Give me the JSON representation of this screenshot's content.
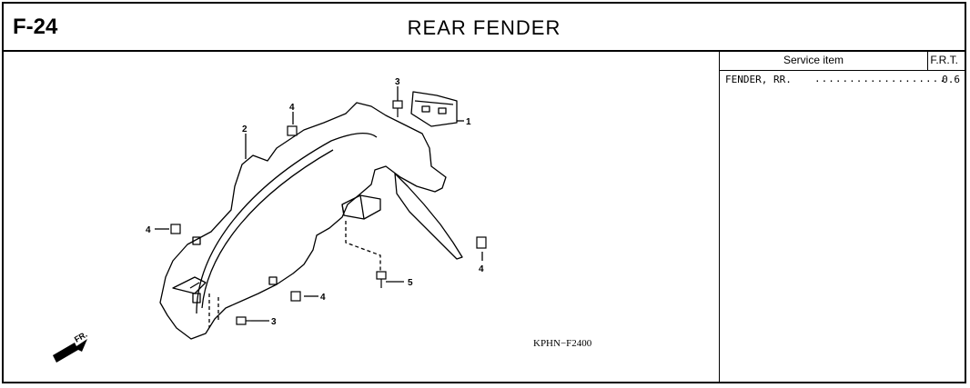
{
  "header": {
    "page_code": "F-24",
    "title": "REAR  FENDER"
  },
  "service_table": {
    "col_item": "Service item",
    "col_frt": "F.R.T.",
    "rows": [
      {
        "item": "FENDER, RR.",
        "dots": "...................",
        "frt": "0.6"
      }
    ]
  },
  "diagram": {
    "code": "KPHN−F2400",
    "direction_label": "FR.",
    "callouts": [
      "1",
      "2",
      "3",
      "3",
      "4",
      "4",
      "4",
      "4",
      "5"
    ]
  }
}
